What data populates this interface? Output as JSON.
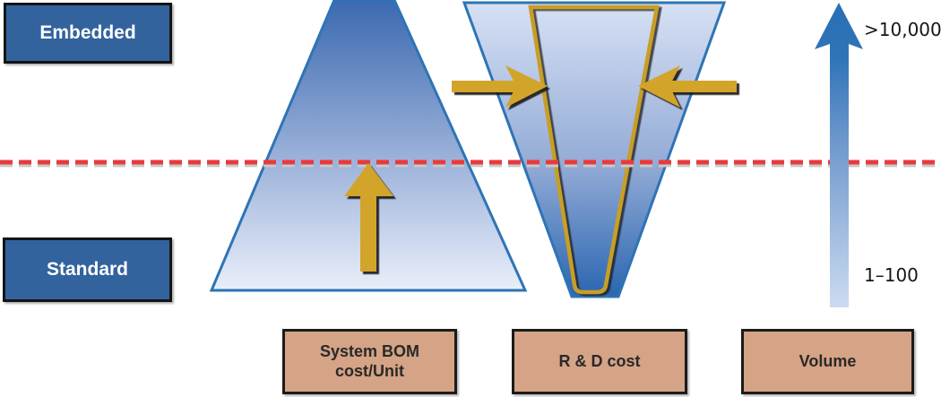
{
  "diagram": {
    "title": "embedded-vs-standard-volume-cost-diagram",
    "row_labels": {
      "top": "Embedded",
      "bottom": "Standard"
    },
    "volume_scale": {
      "top": ">10,000",
      "bottom": "1–100"
    },
    "bottom_boxes": [
      {
        "id": "system-bom-cost",
        "lines": [
          "System BOM",
          "cost/Unit"
        ]
      },
      {
        "id": "rd-cost",
        "lines": [
          "R & D cost"
        ]
      },
      {
        "id": "volume",
        "lines": [
          "Volume"
        ]
      }
    ],
    "icons": {
      "pyramid": "up-pyramid-shape",
      "funnel": "gold-funnel-shape",
      "bom_arrow": "up-arrow-icon",
      "converge_left": "right-arrow-icon",
      "converge_right": "left-arrow-icon",
      "volume_arrow": "up-arrow-icon",
      "threshold": "red-dashed-line"
    },
    "colors": {
      "box_blue": "#33639d",
      "box_tan": "#d5a385",
      "gold": "#d2a42c",
      "funnel_gold": "#c89e25",
      "red_dashed": "#e83a3c",
      "triangle_stroke": "#2e74b5",
      "triangle_dark": "#3b69b0",
      "triangle_light": "#e9effa"
    }
  }
}
